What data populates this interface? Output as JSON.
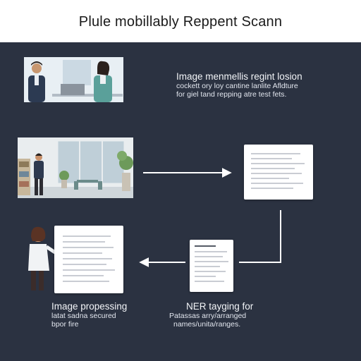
{
  "header": {
    "title": "Plule mobillably Reppent Scann"
  },
  "steps": [
    {
      "title": "Image menmellis regint losion",
      "desc1": "cockett ory loy cantine lanlite Afldture",
      "desc2": "for giel tand repping atre test fets."
    },
    {
      "title": "Image propessing",
      "desc1": "latat sadna secured",
      "desc2": "bpor fire"
    },
    {
      "title": "NER tayging for",
      "desc1": "Patassas arry/arranged",
      "desc2": "names/unita/ranges."
    }
  ],
  "colors": {
    "background": "#2b3241",
    "header": "#ffffff",
    "arrow": "#ffffff",
    "text": "#f3f5f8"
  }
}
